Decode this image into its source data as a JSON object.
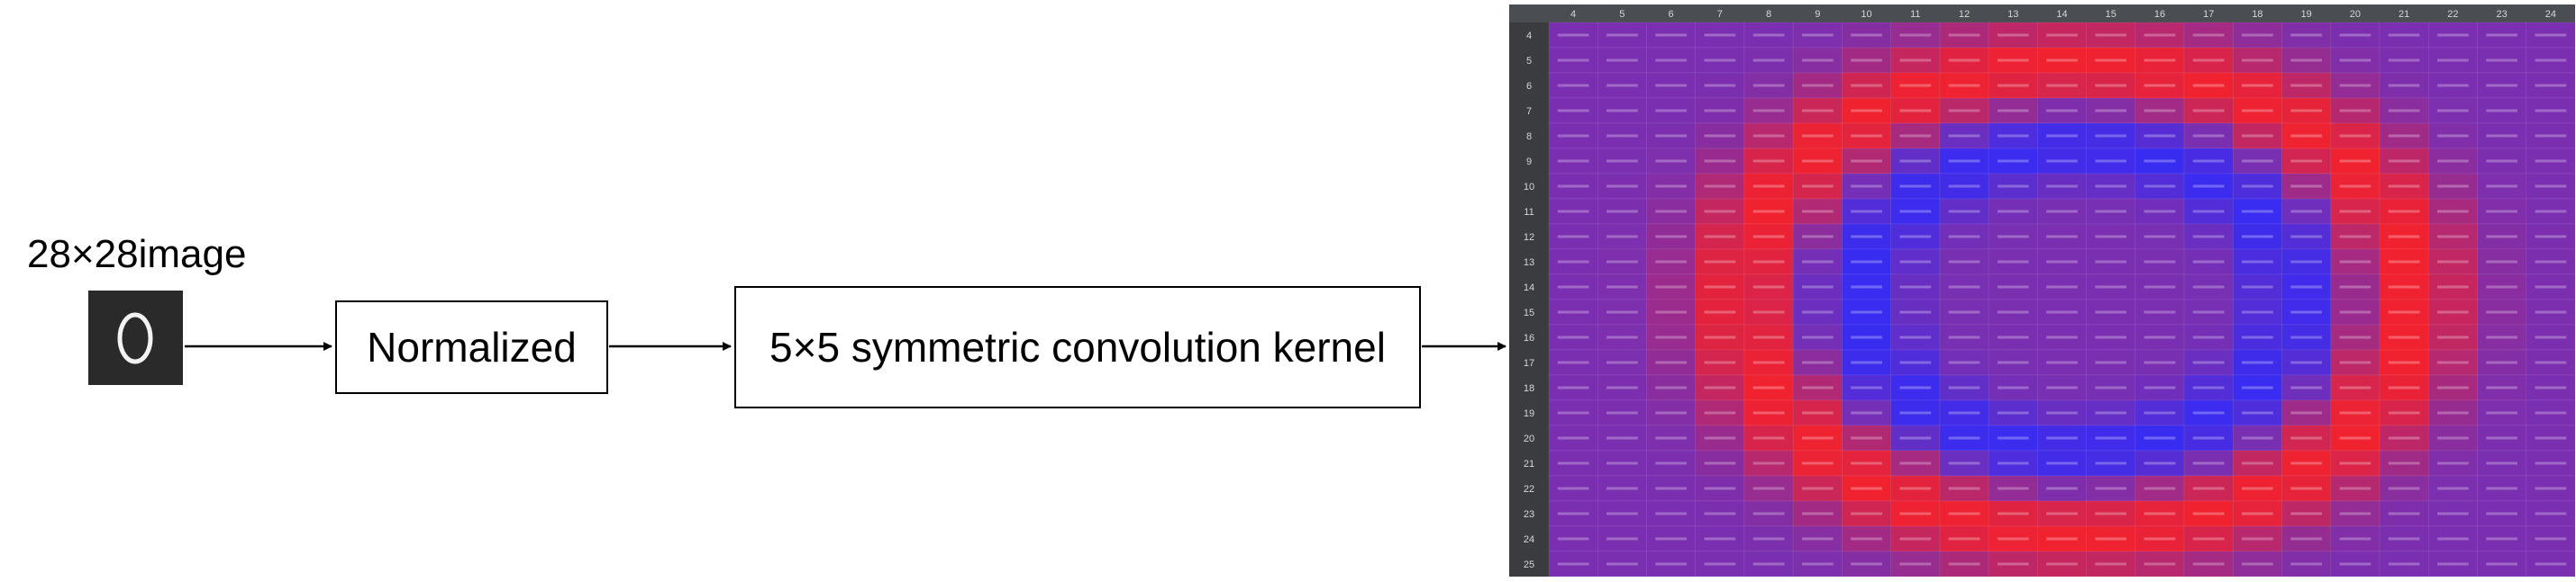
{
  "input": {
    "label": "28×28image"
  },
  "steps": [
    {
      "label": "Normalized"
    },
    {
      "label": "5×5 symmetric convolution kernel"
    }
  ],
  "output": {
    "col_headers": [
      "4",
      "5",
      "6",
      "7",
      "8",
      "9",
      "10",
      "11",
      "12",
      "13",
      "14",
      "15",
      "16",
      "17",
      "18",
      "19",
      "20",
      "21",
      "22",
      "23",
      "24"
    ],
    "row_headers": [
      "4",
      "5",
      "6",
      "7",
      "8",
      "9",
      "10",
      "11",
      "12",
      "13",
      "14",
      "15",
      "16",
      "17",
      "18",
      "19",
      "20",
      "21",
      "22",
      "23",
      "24",
      "25"
    ],
    "colors": {
      "negative": "#2b2bff",
      "neutral": "#7a2fb0",
      "positive": "#ff2020"
    }
  }
}
